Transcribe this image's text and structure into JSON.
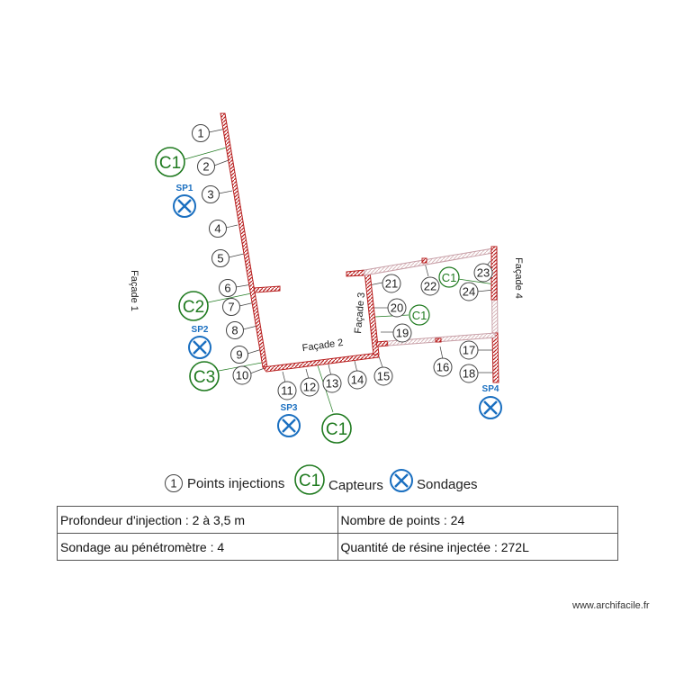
{
  "colors": {
    "wall": "#b82020",
    "wall_light": "#d8b8bc",
    "capteur": "#1f7a1f",
    "sondage": "#1a6fc0",
    "point": "#444444"
  },
  "facades": [
    {
      "id": "f1",
      "label": "Façade 1"
    },
    {
      "id": "f2",
      "label": "Façade 2"
    },
    {
      "id": "f3",
      "label": "Façade 3"
    },
    {
      "id": "f4",
      "label": "Façade 4"
    }
  ],
  "points": [
    "1",
    "2",
    "3",
    "4",
    "5",
    "6",
    "7",
    "8",
    "9",
    "10",
    "11",
    "12",
    "13",
    "14",
    "15",
    "16",
    "17",
    "18",
    "19",
    "20",
    "21",
    "22",
    "23",
    "24"
  ],
  "capteurs": [
    {
      "id": "c1a",
      "label": "C1"
    },
    {
      "id": "c2",
      "label": "C2"
    },
    {
      "id": "c3",
      "label": "C3"
    },
    {
      "id": "c1b",
      "label": "C1"
    },
    {
      "id": "c1c",
      "label": "C1"
    },
    {
      "id": "c1d",
      "label": "C1"
    }
  ],
  "sondages": [
    {
      "id": "sp1",
      "label": "SP1"
    },
    {
      "id": "sp2",
      "label": "SP2"
    },
    {
      "id": "sp3",
      "label": "SP3"
    },
    {
      "id": "sp4",
      "label": "SP4"
    }
  ],
  "legend": {
    "point_symbol": "1",
    "points_label": "Points injections",
    "capteur_symbol": "C1",
    "capteurs_label": "Capteurs",
    "sondages_label": "Sondages"
  },
  "info_table": [
    [
      "Profondeur d'injection : 2 à 3,5 m",
      "Nombre de points : 24"
    ],
    [
      "Sondage au pénétromètre : 4",
      "Quantité de résine injectée : 272L"
    ]
  ],
  "watermark": "www.archifacile.fr"
}
